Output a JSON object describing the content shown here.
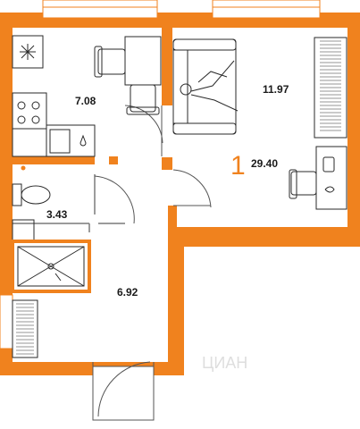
{
  "plan": {
    "rooms_count": "1",
    "total_area": "29.40",
    "rooms": {
      "kitchen": "7.08",
      "living_room": "11.97",
      "bathroom": "3.43",
      "hallway": "6.92"
    },
    "watermark": "ЦИАН"
  },
  "colors": {
    "wall": "#f0821e",
    "wall_edge": "#e0700a",
    "furniture_stroke": "#2a2a2a",
    "background": "#ffffff"
  },
  "icons": [
    "snowflake-icon",
    "stove-icon",
    "sink-icon",
    "toilet-icon",
    "shower-icon",
    "radiator-icon",
    "sofa-icon",
    "table-icon",
    "chair-icon",
    "desk-icon",
    "person-icon"
  ]
}
